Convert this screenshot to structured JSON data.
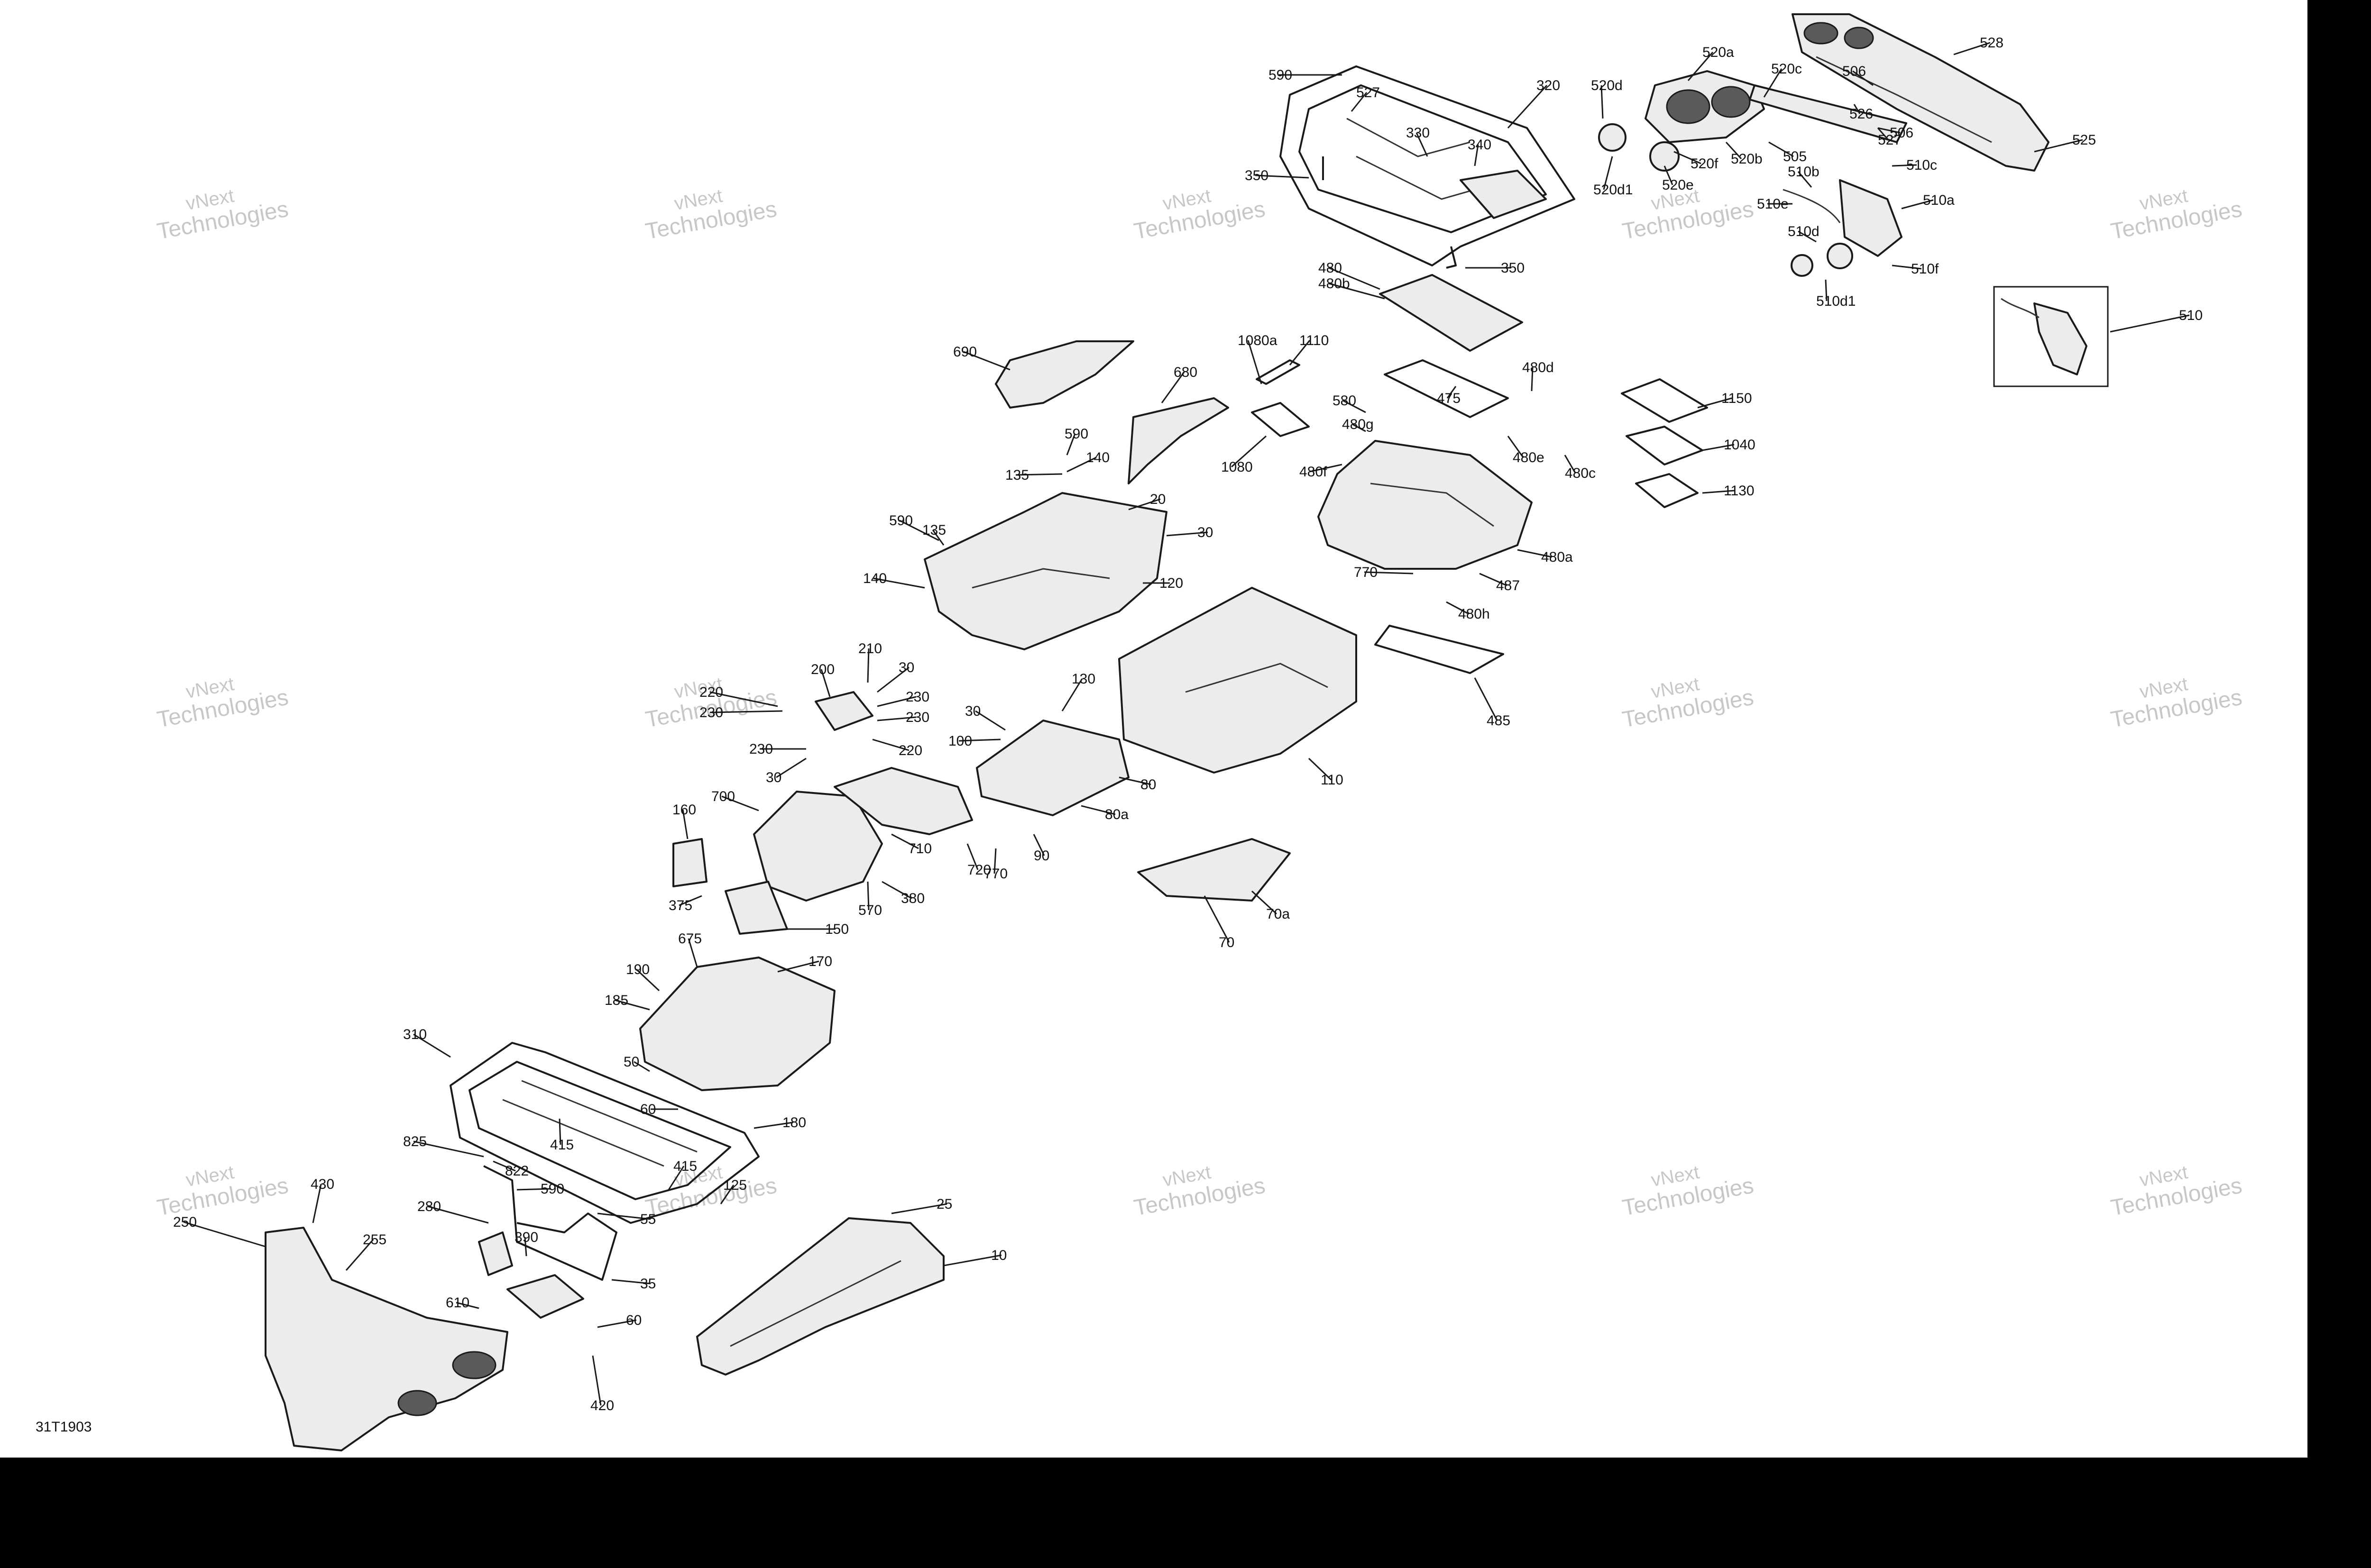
{
  "diagram": {
    "code": "31T1903",
    "watermark": {
      "line1": "vNext",
      "line2": "Technologies"
    },
    "callouts": [
      "590",
      "527",
      "320",
      "330",
      "340",
      "350",
      "350",
      "520d",
      "520d1",
      "520a",
      "520f",
      "520e",
      "520b",
      "520c",
      "505",
      "506",
      "506",
      "526",
      "527",
      "528",
      "525",
      "510b",
      "510e",
      "510c",
      "510a",
      "510d",
      "510d1",
      "510f",
      "510",
      "510",
      "480",
      "480b",
      "475",
      "480d",
      "480e",
      "480c",
      "480g",
      "480f",
      "580",
      "1080a",
      "1110",
      "1080",
      "1150",
      "1040",
      "1130",
      "690",
      "680",
      "590",
      "140",
      "135",
      "20",
      "30",
      "590",
      "135",
      "140",
      "120",
      "770",
      "487",
      "480a",
      "480h",
      "485",
      "210",
      "30",
      "200",
      "220",
      "230",
      "230",
      "230",
      "230",
      "220",
      "30",
      "130",
      "30",
      "100",
      "80",
      "80a",
      "90",
      "110",
      "720",
      "770",
      "710",
      "160",
      "700",
      "375",
      "570",
      "380",
      "150",
      "70a",
      "70",
      "675",
      "170",
      "190",
      "185",
      "50",
      "60",
      "180",
      "310",
      "415",
      "825",
      "822",
      "590",
      "55",
      "280",
      "390",
      "35",
      "430",
      "250",
      "255",
      "610",
      "60",
      "420",
      "25",
      "10",
      "125",
      "415"
    ]
  }
}
